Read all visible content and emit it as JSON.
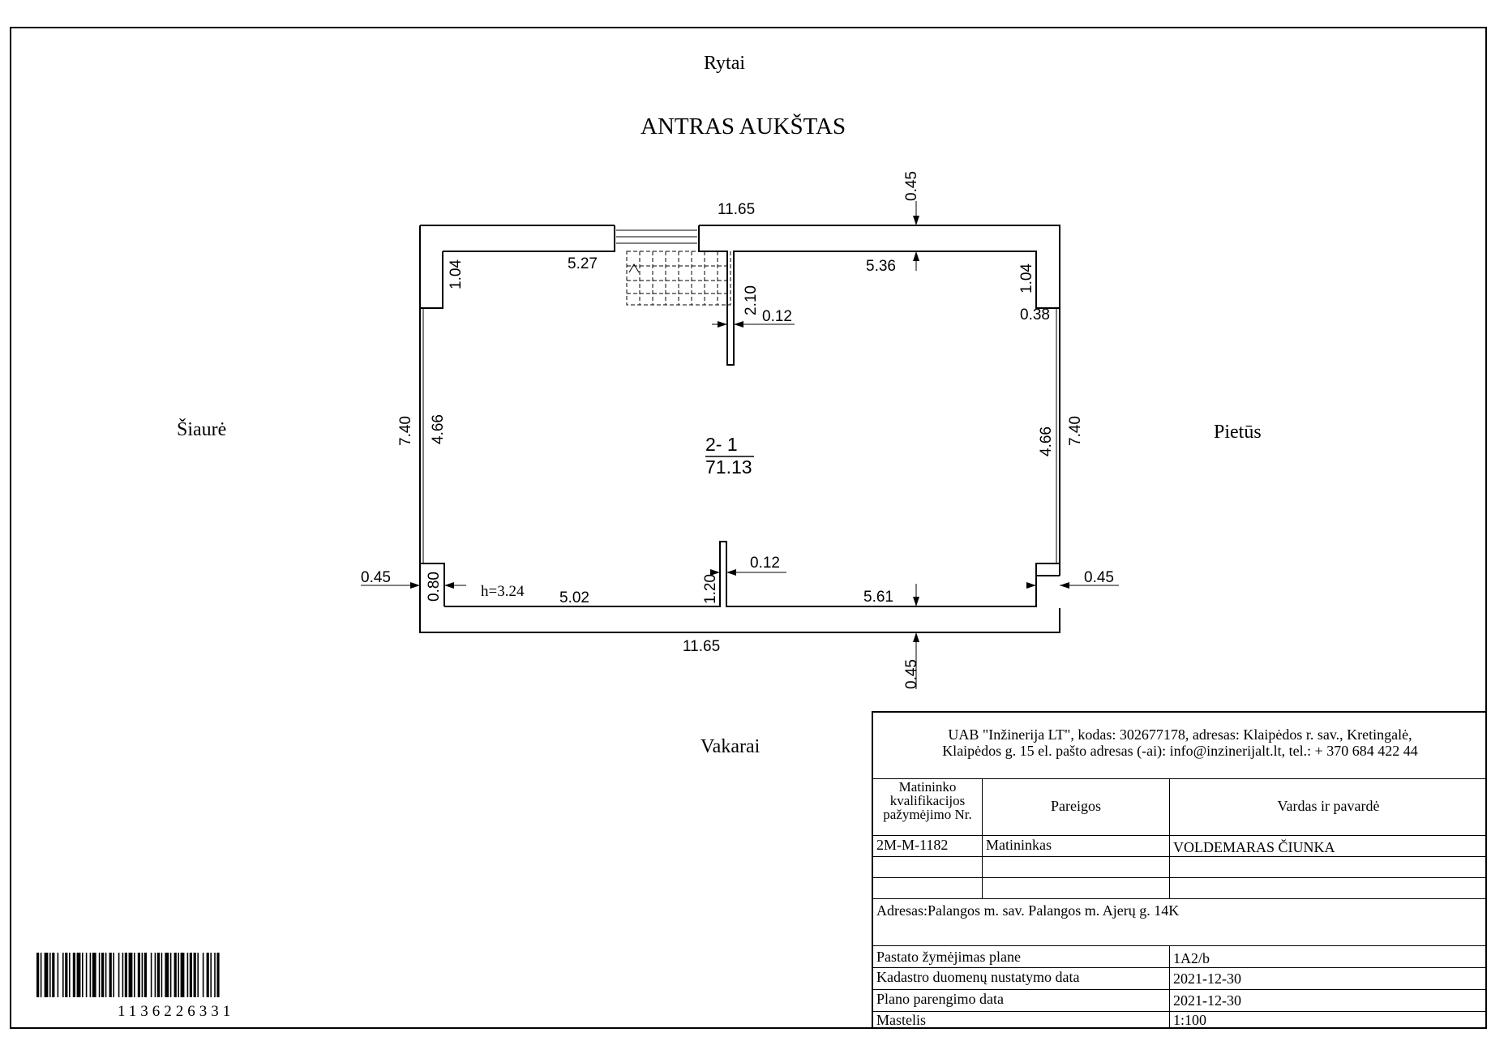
{
  "compass": {
    "north": "Šiaurė",
    "south": "Pietūs",
    "east": "Rytai",
    "west": "Vakarai"
  },
  "plan": {
    "title": "ANTRAS AUKŠTAS",
    "room_id": "2- 1",
    "room_area": "71.13",
    "height": "h=3.24",
    "dims": {
      "top_total": "11.65",
      "bottom_total": "11.65",
      "top_left_inner": "5.27",
      "top_right_inner": "5.36",
      "bottom_left_inner": "5.02",
      "bottom_right_inner": "5.61",
      "left_total": "7.40",
      "right_total": "7.40",
      "left_window": "4.66",
      "right_window": "4.66",
      "top_left_pier": "1.04",
      "top_right_pier": "1.04",
      "stair_wall": "2.10",
      "wall_top": "0.12",
      "wall_bottom": "0.12",
      "bottom_wall_stub": "1.20",
      "bottom_left_pier": "0.80",
      "wall_right_corner": "0.38",
      "wall_top_ext": "0.45",
      "wall_bottom_ext": "0.45",
      "wall_left_ext": "0.45",
      "wall_right_ext": "0.45"
    }
  },
  "title_block": {
    "company": "UAB \"Inžinerija LT\", kodas: 302677178, adresas: Klaipėdos r. sav., Kretingalė,",
    "company_line2": "Klaipėdos g. 15 el. pašto adresas (-ai): info@inzinerijalt.lt, tel.: + 370 684 422 44",
    "headers": {
      "cert": "Matininko kvalifikacijos pažymėjimo Nr.",
      "duties": "Pareigos",
      "name": "Vardas ir pavardė"
    },
    "row1": {
      "cert": "2M-M-1182",
      "duties": "Matininkas",
      "name": "VOLDEMARAS ČIUNKA"
    },
    "address": "Adresas:Palangos m. sav. Palangos m. Ajerų g. 14K",
    "fields": [
      {
        "label": "Pastato žymėjimas plane",
        "value": "1A2/b"
      },
      {
        "label": "Kadastro duomenų nustatymo data",
        "value": "2021-12-30"
      },
      {
        "label": "Plano parengimo data",
        "value": "2021-12-30"
      },
      {
        "label": "Mastelis",
        "value": "1:100"
      }
    ]
  },
  "barcode": {
    "number": "1136226331"
  }
}
